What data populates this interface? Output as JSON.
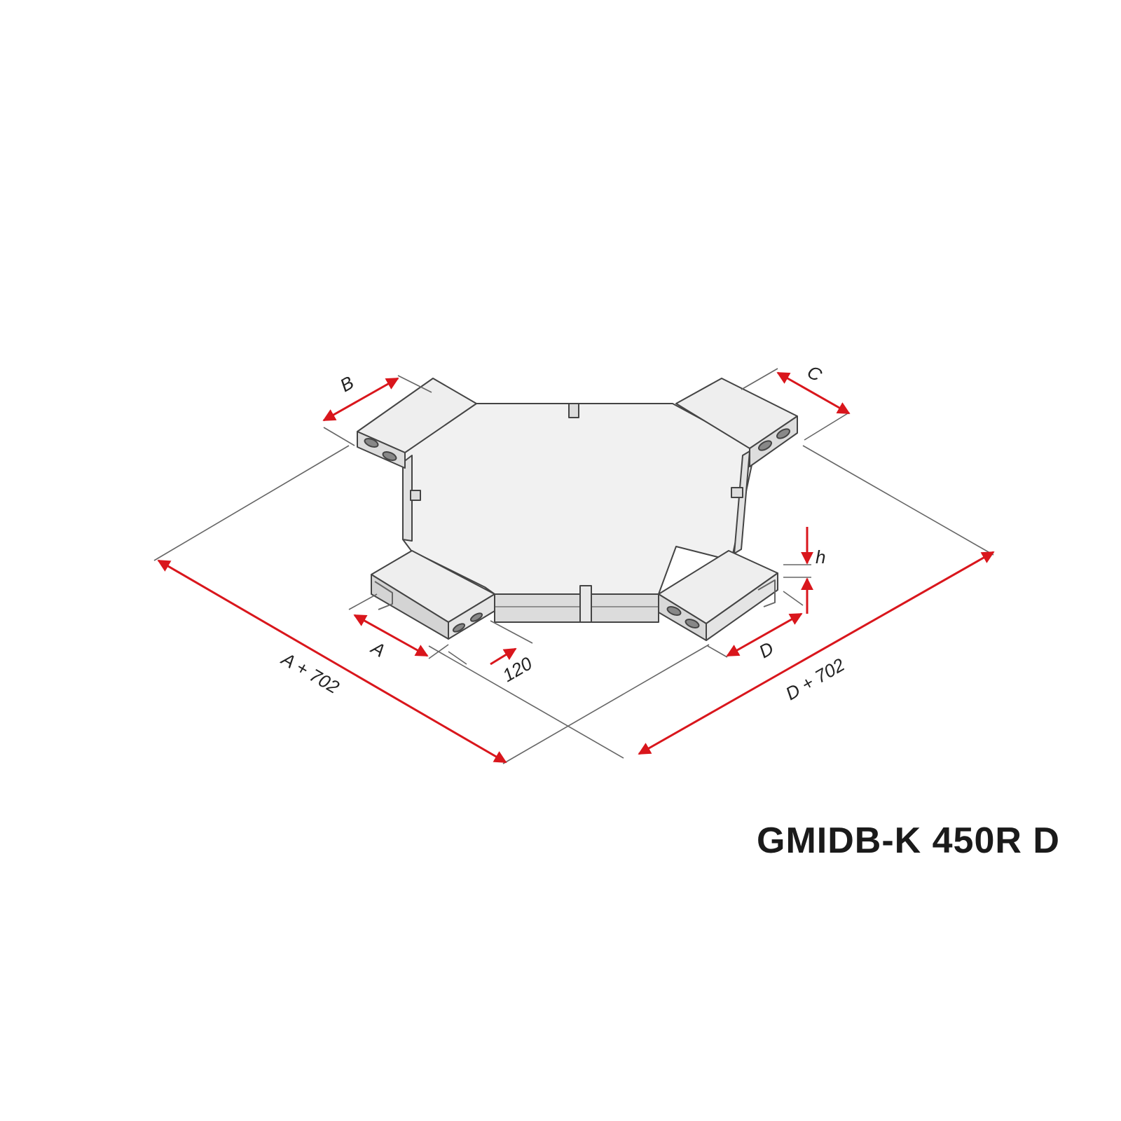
{
  "product": {
    "model_code": "GMIDB-K 450R D"
  },
  "dimensions": {
    "a": "A",
    "b": "B",
    "c": "C",
    "d": "D",
    "h": "h",
    "flange": "120",
    "a_total": "A + 702",
    "d_total": "D + 702"
  },
  "colors": {
    "arrow": "#d9161c",
    "line": "#555555",
    "tray_fill": "#f0f0f0",
    "tray_side": "#dedede",
    "outline": "#444444"
  }
}
